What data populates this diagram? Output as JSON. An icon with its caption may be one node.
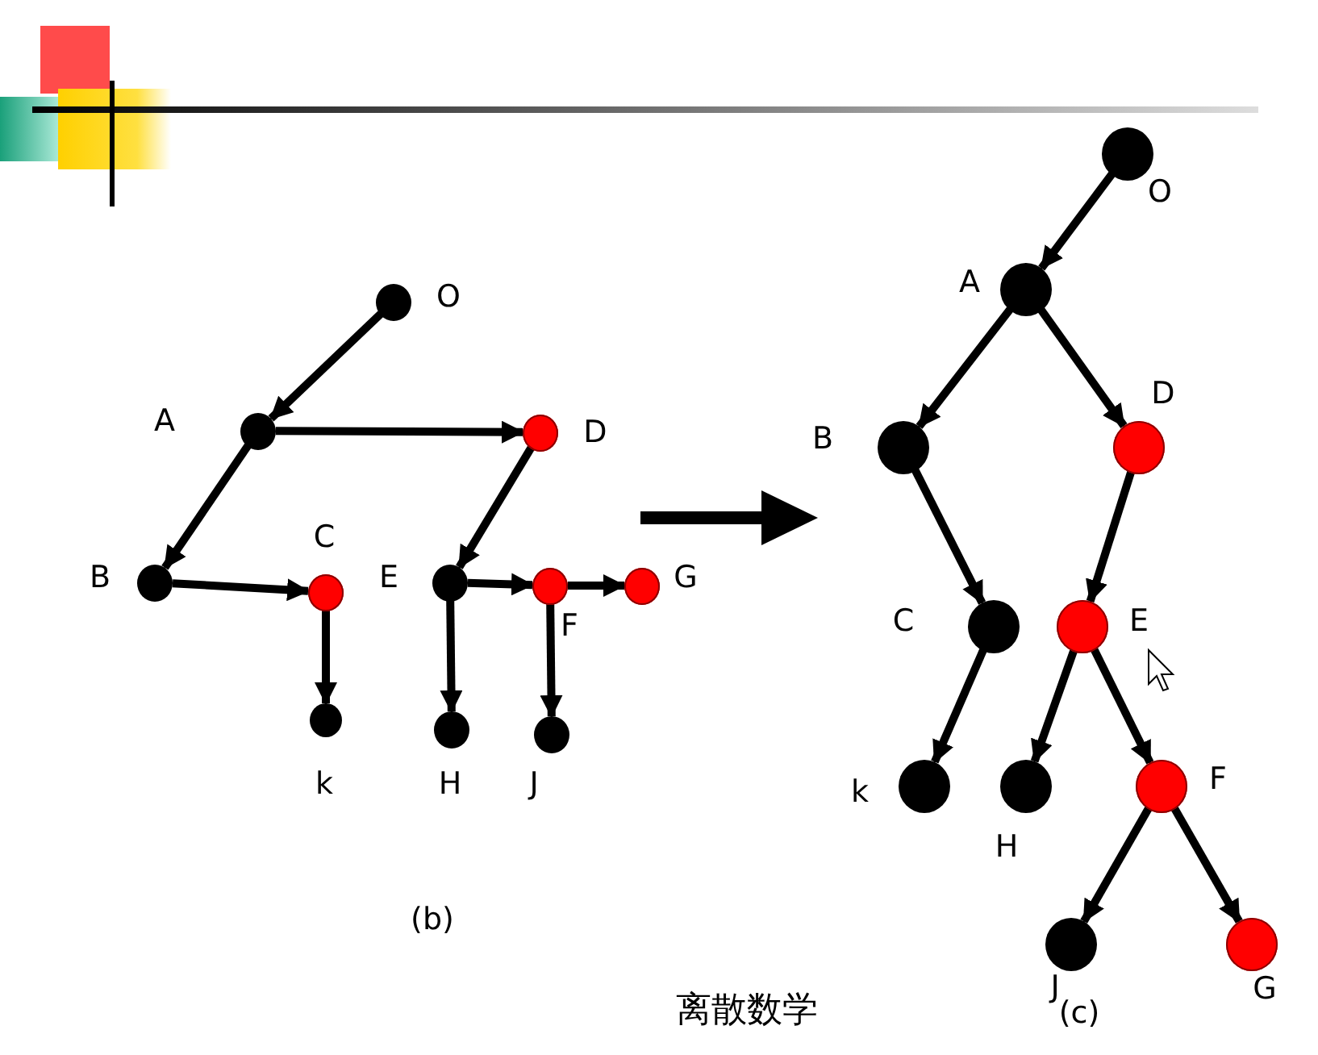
{
  "diagram": {
    "nodes": [
      {
        "text": [],
        "shape": "circle",
        "beside": [
          "O"
        ]
      },
      {
        "text": [],
        "shape": "circle",
        "beside": [
          "A"
        ]
      },
      {
        "text": [],
        "shape": "circle",
        "beside": [
          "D"
        ]
      },
      {
        "text": [],
        "shape": "circle",
        "beside": [
          "B"
        ]
      },
      {
        "text": [],
        "shape": "circle",
        "beside": [
          "C"
        ]
      },
      {
        "text": [],
        "shape": "circle",
        "beside": [
          "E"
        ]
      },
      {
        "text": [],
        "shape": "circle",
        "beside": [
          "F"
        ]
      },
      {
        "text": [],
        "shape": "circle",
        "beside": [
          "G"
        ]
      },
      {
        "text": [],
        "shape": "circle",
        "beside": [
          "k"
        ]
      },
      {
        "text": [],
        "shape": "circle",
        "beside": [
          "H"
        ]
      },
      {
        "text": [],
        "shape": "circle",
        "beside": [
          "J"
        ]
      },
      {
        "text": [],
        "shape": "circle",
        "beside": [
          "O"
        ]
      },
      {
        "text": [],
        "shape": "circle",
        "beside": [
          "A"
        ]
      },
      {
        "text": [],
        "shape": "circle",
        "beside": [
          "B"
        ]
      },
      {
        "text": [],
        "shape": "circle",
        "beside": [
          "D"
        ]
      },
      {
        "text": [],
        "shape": "circle",
        "beside": [
          "C"
        ]
      },
      {
        "text": [],
        "shape": "circle",
        "beside": [
          "E"
        ]
      },
      {
        "text": [],
        "shape": "circle",
        "beside": [
          "k"
        ]
      },
      {
        "text": [],
        "shape": "circle",
        "beside": [
          "H"
        ]
      },
      {
        "text": [],
        "shape": "circle",
        "beside": [
          "F"
        ]
      },
      {
        "text": [],
        "shape": "circle",
        "beside": [
          "J"
        ]
      },
      {
        "text": [],
        "shape": "circle",
        "beside": [
          "G"
        ]
      }
    ],
    "edges": [
      {
        "from": 0,
        "to": 1,
        "arrow": "to"
      },
      {
        "from": 1,
        "to": 3,
        "arrow": "to"
      },
      {
        "from": 1,
        "to": 2,
        "arrow": "to"
      },
      {
        "from": 2,
        "to": 5,
        "arrow": "to"
      },
      {
        "from": 3,
        "to": 4,
        "arrow": "to"
      },
      {
        "from": 4,
        "to": 8,
        "arrow": "to"
      },
      {
        "from": 5,
        "to": 9,
        "arrow": "to"
      },
      {
        "from": 5,
        "to": 6,
        "arrow": "to"
      },
      {
        "from": 6,
        "to": 7,
        "arrow": "to"
      },
      {
        "from": 6,
        "to": 10,
        "arrow": "to"
      },
      {
        "from": 11,
        "to": 12,
        "arrow": "to"
      },
      {
        "from": 12,
        "to": 13,
        "arrow": "to"
      },
      {
        "from": 12,
        "to": 14,
        "arrow": "to"
      },
      {
        "from": 13,
        "to": 15,
        "arrow": "to"
      },
      {
        "from": 14,
        "to": 16,
        "arrow": "to"
      },
      {
        "from": 15,
        "to": 17,
        "arrow": "to"
      },
      {
        "from": 16,
        "to": 18,
        "arrow": "to"
      },
      {
        "from": 16,
        "to": 19,
        "arrow": "to"
      },
      {
        "from": 19,
        "to": 20,
        "arrow": "to"
      },
      {
        "from": 19,
        "to": 21,
        "arrow": "to"
      }
    ],
    "labels": [
      "(b)",
      "离散数学",
      "(c)"
    ]
  }
}
